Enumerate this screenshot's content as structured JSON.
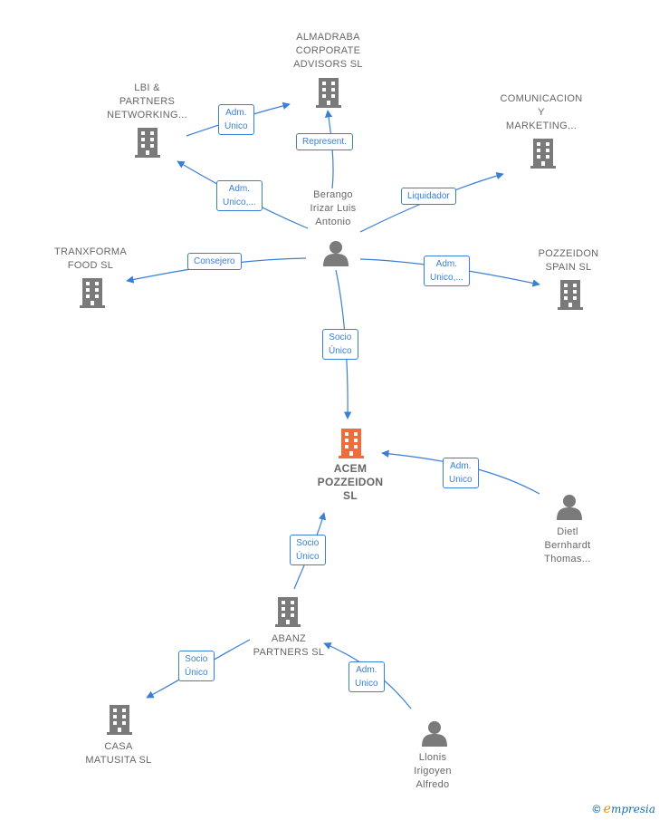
{
  "colors": {
    "edge": "#3a7fd5",
    "company": "#7a7a7a",
    "focus": "#f26c3b",
    "person": "#7a7a7a"
  },
  "nodes": {
    "almadraba": {
      "label": "ALMADRABA\nCORPORATE\nADVISORS  SL",
      "type": "company"
    },
    "lbi": {
      "label": "LBI &\nPARTNERS\nNETWORKING...",
      "type": "company"
    },
    "comunicacion": {
      "label": "COMUNICACION\nY\nMARKETING...",
      "type": "company"
    },
    "berango": {
      "label": "Berango\nIrizar Luis\nAntonio",
      "type": "person"
    },
    "tranxforma": {
      "label": "TRANXFORMA\nFOOD  SL",
      "type": "company"
    },
    "pozzeidon_spain": {
      "label": "POZZEIDON\nSPAIN  SL",
      "type": "company"
    },
    "acem": {
      "label": "ACEM\nPOZZEIDON\nSL",
      "type": "focus-company"
    },
    "dietl": {
      "label": "Dietl\nBernhardt\nThomas...",
      "type": "person"
    },
    "abanz": {
      "label": "ABANZ\nPARTNERS  SL",
      "type": "company"
    },
    "casa": {
      "label": "CASA\nMATUSITA  SL",
      "type": "company"
    },
    "llonis": {
      "label": "Llonis\nIrigoyen\nAlfredo",
      "type": "person"
    }
  },
  "edges": {
    "lbi_almadraba": "Adm.\nUnico",
    "berango_almadraba": "Represent.",
    "berango_lbi": "Adm.\nUnico,...",
    "berango_comunicacion": "Liquidador",
    "berango_tranxforma": "Consejero",
    "berango_pozzeidon": "Adm.\nUnico,...",
    "berango_acem": "Socio\nÚnico",
    "dietl_acem": "Adm.\nUnico",
    "abanz_acem": "Socio\nÚnico",
    "abanz_casa": "Socio\nÚnico",
    "llonis_abanz": "Adm.\nUnico"
  },
  "credit": {
    "symbol": "©",
    "brand_initial": "e",
    "brand_rest": "mpresia"
  }
}
